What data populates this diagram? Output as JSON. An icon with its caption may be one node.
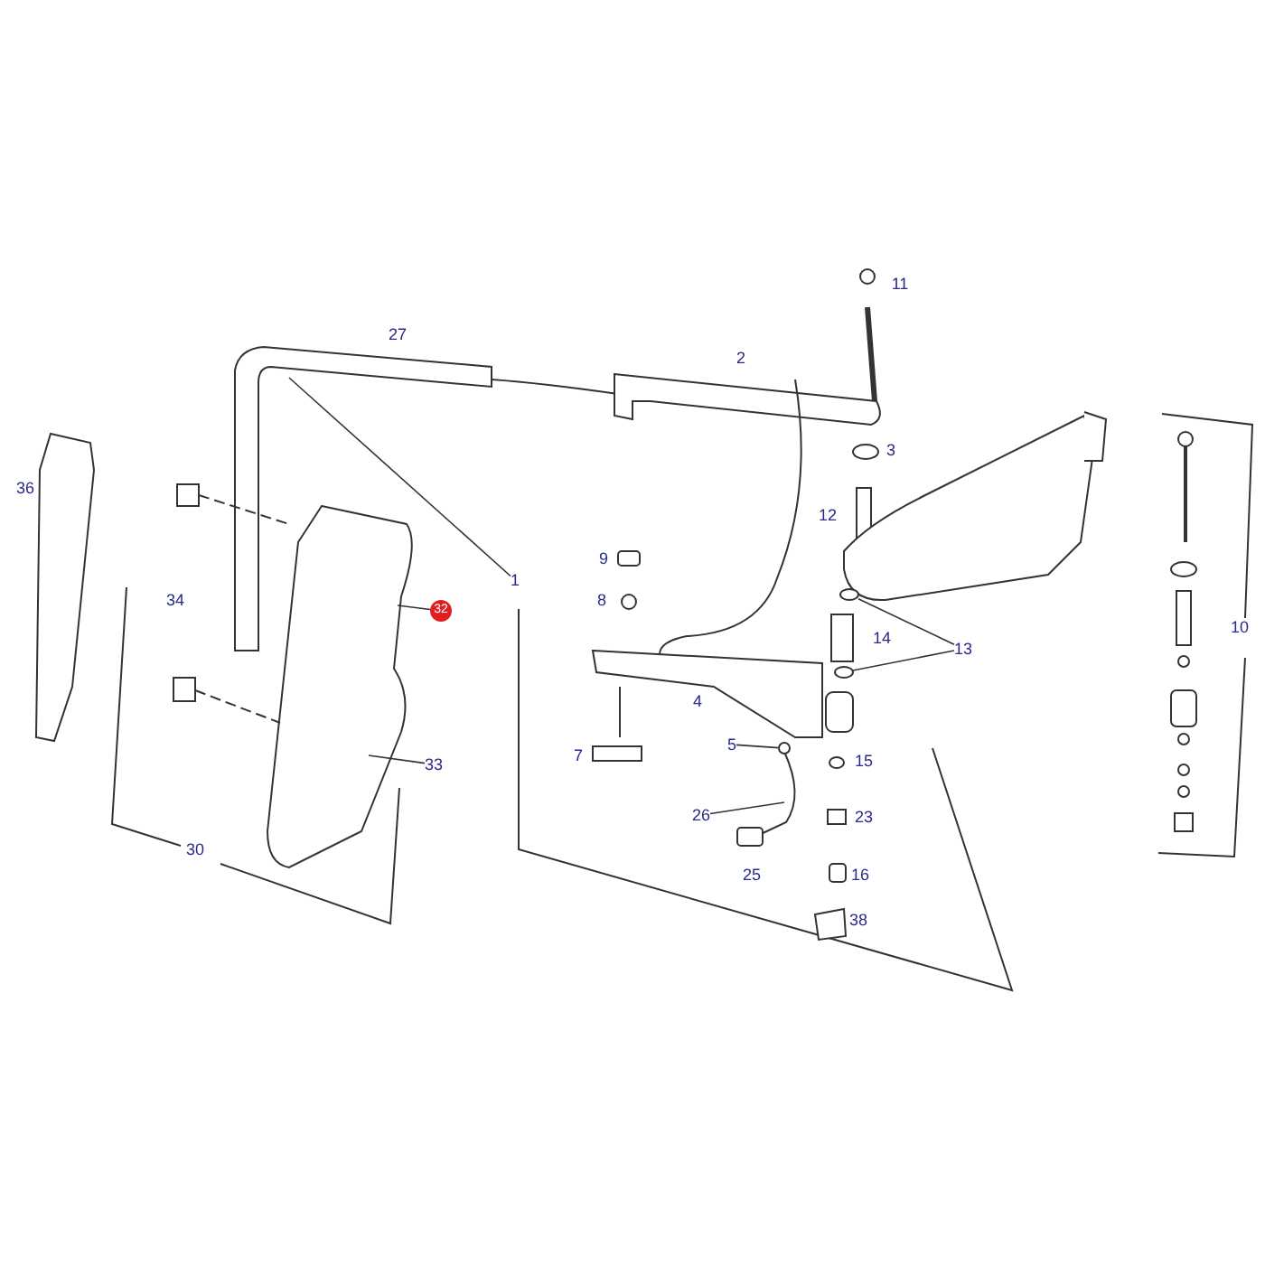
{
  "diagram": {
    "nodes": [
      {
        "text": [
          "1"
        ]
      },
      {
        "text": [
          "32"
        ]
      },
      {
        "text": [
          "13"
        ]
      },
      {
        "text": [
          "5"
        ]
      },
      {
        "text": [
          "33"
        ]
      },
      {
        "text": [
          "26"
        ]
      },
      {
        "text": [],
        "shape": "circle"
      },
      {
        "text": [],
        "shape": "circle"
      },
      {
        "text": [],
        "shape": "circle"
      }
    ],
    "edges": [
      {
        "from": 0,
        "to": null,
        "arrow": "none"
      },
      {
        "from": 1,
        "to": null,
        "arrow": "none"
      },
      {
        "from": 2,
        "to": 6,
        "arrow": "none"
      },
      {
        "from": 2,
        "to": 7,
        "arrow": "none"
      },
      {
        "from": 3,
        "to": 8,
        "arrow": "none"
      },
      {
        "from": 4,
        "to": null,
        "arrow": "none"
      },
      {
        "from": 5,
        "to": null,
        "arrow": "none"
      }
    ],
    "labels": [
      "11",
      "27",
      "2",
      "3",
      "36",
      "12",
      "9",
      "8",
      "34",
      "10",
      "14",
      "4",
      "7",
      "15",
      "23",
      "25",
      "16",
      "30",
      "38"
    ]
  }
}
